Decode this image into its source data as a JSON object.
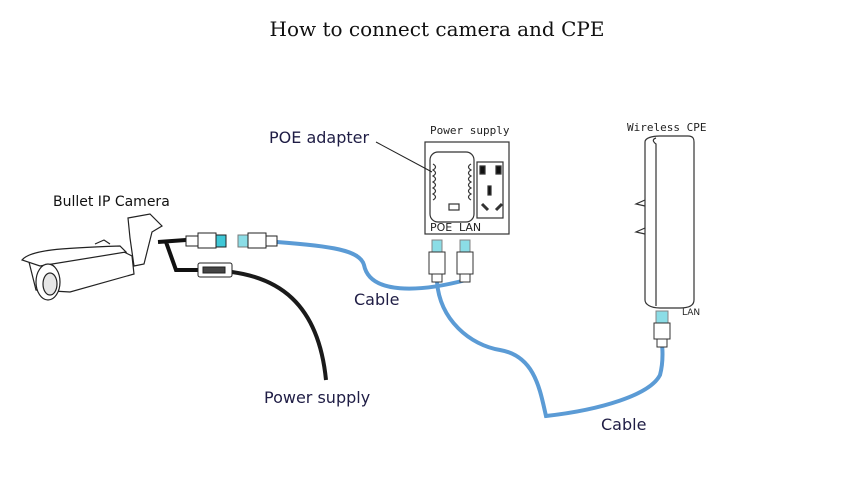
{
  "title": "How to connect camera and CPE",
  "labels": {
    "camera": "Bullet IP Camera",
    "poe_adapter": "POE adapter",
    "power_supply_socket": "Power supply",
    "wireless_cpe": "Wireless CPE",
    "poe_port": "POE",
    "lan_port": "LAN",
    "cpe_lan_port": "LAN",
    "cable_1": "Cable",
    "cable_2": "Cable",
    "power_supply_cable": "Power supply"
  },
  "colors": {
    "ethernet_cable": "#5b9bd5",
    "power_cable": "#1a1a1a",
    "label_text": "#1f1d45",
    "connector_tip": "#3fc7d6"
  }
}
